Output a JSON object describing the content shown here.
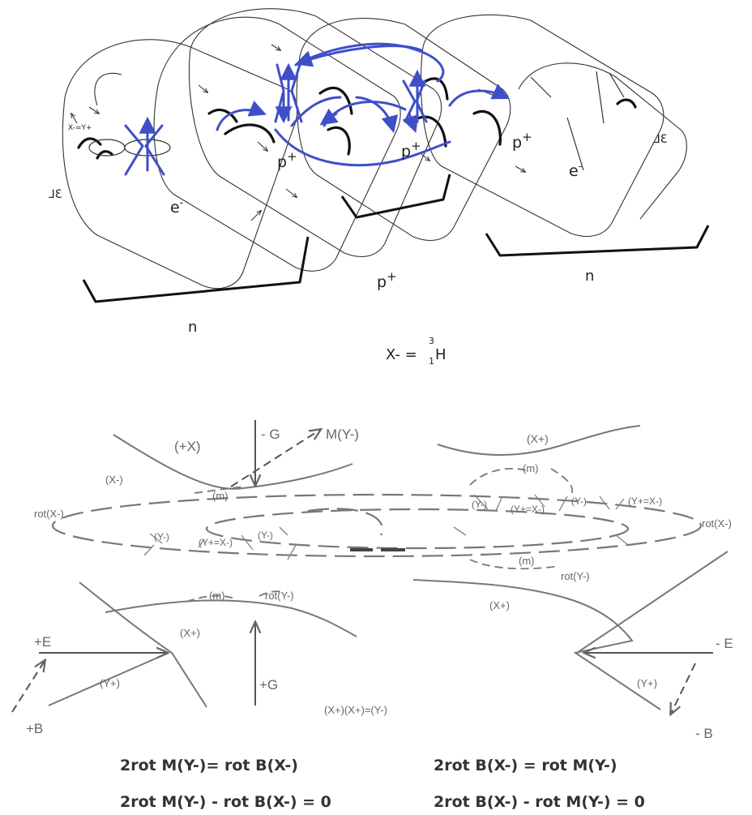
{
  "colors": {
    "ink": "#111111",
    "thin": "#333333",
    "blue": "#3f4fc8",
    "grey": "#707070"
  },
  "top": {
    "inner_label": "X-=Y+",
    "k_left": "⅃Ɛ",
    "k_right": "⅃Ɛ",
    "e1": "e",
    "e1_sup": "-",
    "e2": "e",
    "e2_sup": "-",
    "p1": "p",
    "p1_sup": "+",
    "p2": "p",
    "p2_sup": "+",
    "p3": "p",
    "p3_sup": "+",
    "p4": "p",
    "p4_sup": "+",
    "n1": "n",
    "n2": "n",
    "formula_lhs": "X- = ",
    "formula_mass": "3",
    "formula_charge": "1",
    "formula_symbol": "H"
  },
  "bottom": {
    "plus_x_top": "(+X)",
    "minus_g": "- G",
    "m_y_minus": "M(Y-)",
    "x_plus_right_top": "(X+)",
    "x_minus_left": "(X-)",
    "m_left_top": "(m)",
    "m_right_top": "(m)",
    "rot_x_left": "rot(X-)",
    "rot_x_right": "rot(X-)",
    "y_minus_1": "(Y-)",
    "y_eq_left": "(Y+=X-)",
    "y_minus_2": "(Y-)",
    "y_minus_r1": "(Y-)",
    "y_eq_r1": "(Y+=X-)",
    "y_minus_r2": "(Y-)",
    "y_eq_r2": "(Y+=X-)",
    "m_right_bottom": "(m)",
    "rot_y_right": "rot(Y-)",
    "m_left_bottom": "(m)",
    "rot_y_left": "rot(Y-)",
    "x_plus_left_bottom": "(X+)",
    "x_plus_right_bottom": "(X+)",
    "plus_e": "+E",
    "minus_e": "- E",
    "plus_g": "+G",
    "y_plus_left": "(Y+)",
    "y_plus_right": "(Y+)",
    "product": "(X+)(X+)=(Y-)",
    "plus_b": "+B",
    "minus_b": "- B"
  },
  "equations": {
    "eq1": "2rot M(Y-)= rot B(X-)",
    "eq2": "2rot B(X-) = rot M(Y-)",
    "eq3": "2rot M(Y-) - rot B(X-) = 0",
    "eq4": "2rot B(X-) - rot M(Y-) = 0"
  }
}
